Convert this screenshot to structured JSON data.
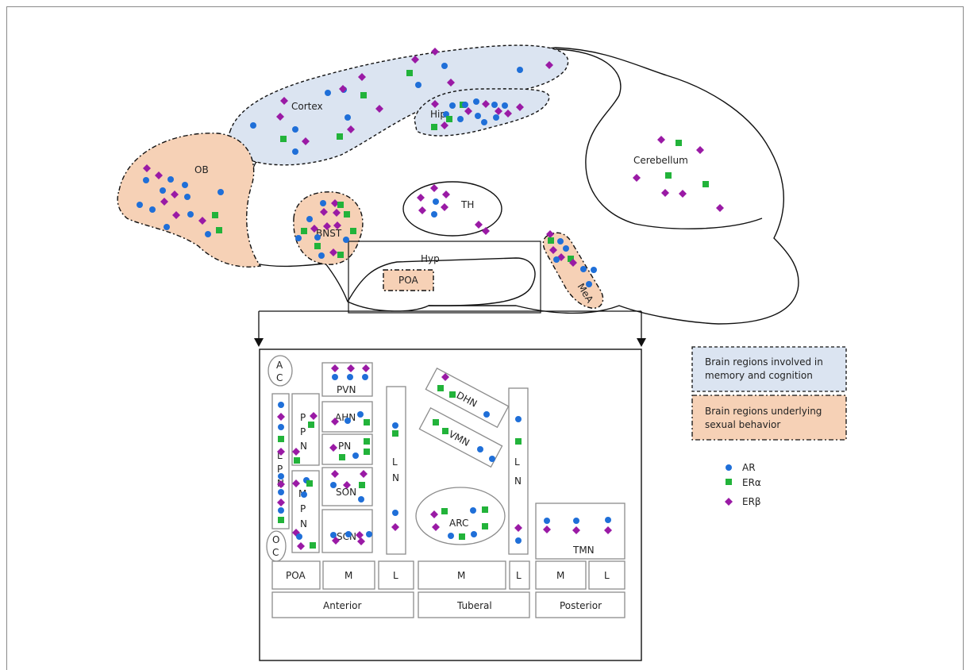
{
  "brain_regions": {
    "cortex": "Cortex",
    "hip": "Hip",
    "ob": "OB",
    "cerebellum": "Cerebellum",
    "bnst": "BNST",
    "th": "TH",
    "hyp": "Hyp",
    "poa": "POA",
    "mea": "MeA"
  },
  "nuclei": {
    "ac": [
      "A",
      "C"
    ],
    "oc": [
      "O",
      "C"
    ],
    "lpn": [
      "L",
      "P",
      "N"
    ],
    "ppn": [
      "P",
      "P",
      "N"
    ],
    "mpn": [
      "M",
      "P",
      "N"
    ],
    "pvn": "PVN",
    "ahn": "AHN",
    "pn": "PN",
    "son": "SON",
    "scn": "SCN",
    "ln_left": [
      "L",
      "N"
    ],
    "ln_right": [
      "L",
      "N"
    ],
    "dhn": "DHN",
    "vmn": "VMN",
    "arc": "ARC",
    "tmn": "TMN"
  },
  "subdivisions": {
    "row1": [
      "POA",
      "M",
      "L",
      "M",
      "L",
      "M",
      "L"
    ],
    "row2": [
      "Anterior",
      "Tuberal",
      "Posterior"
    ]
  },
  "legend": {
    "memory_label_1": "Brain regions involved in",
    "memory_label_2": "memory and cognition",
    "sexual_label_1": "Brain regions underlying",
    "sexual_label_2": "sexual behavior",
    "ar": "AR",
    "era": "ERα",
    "erb": "ERβ"
  },
  "colors": {
    "memory_fill": "#dbe4f1",
    "sexual_fill": "#f6d1b6",
    "ar_marker": "#1f6fd8",
    "era_marker": "#22b33a",
    "erb_marker": "#9a1aa5"
  }
}
